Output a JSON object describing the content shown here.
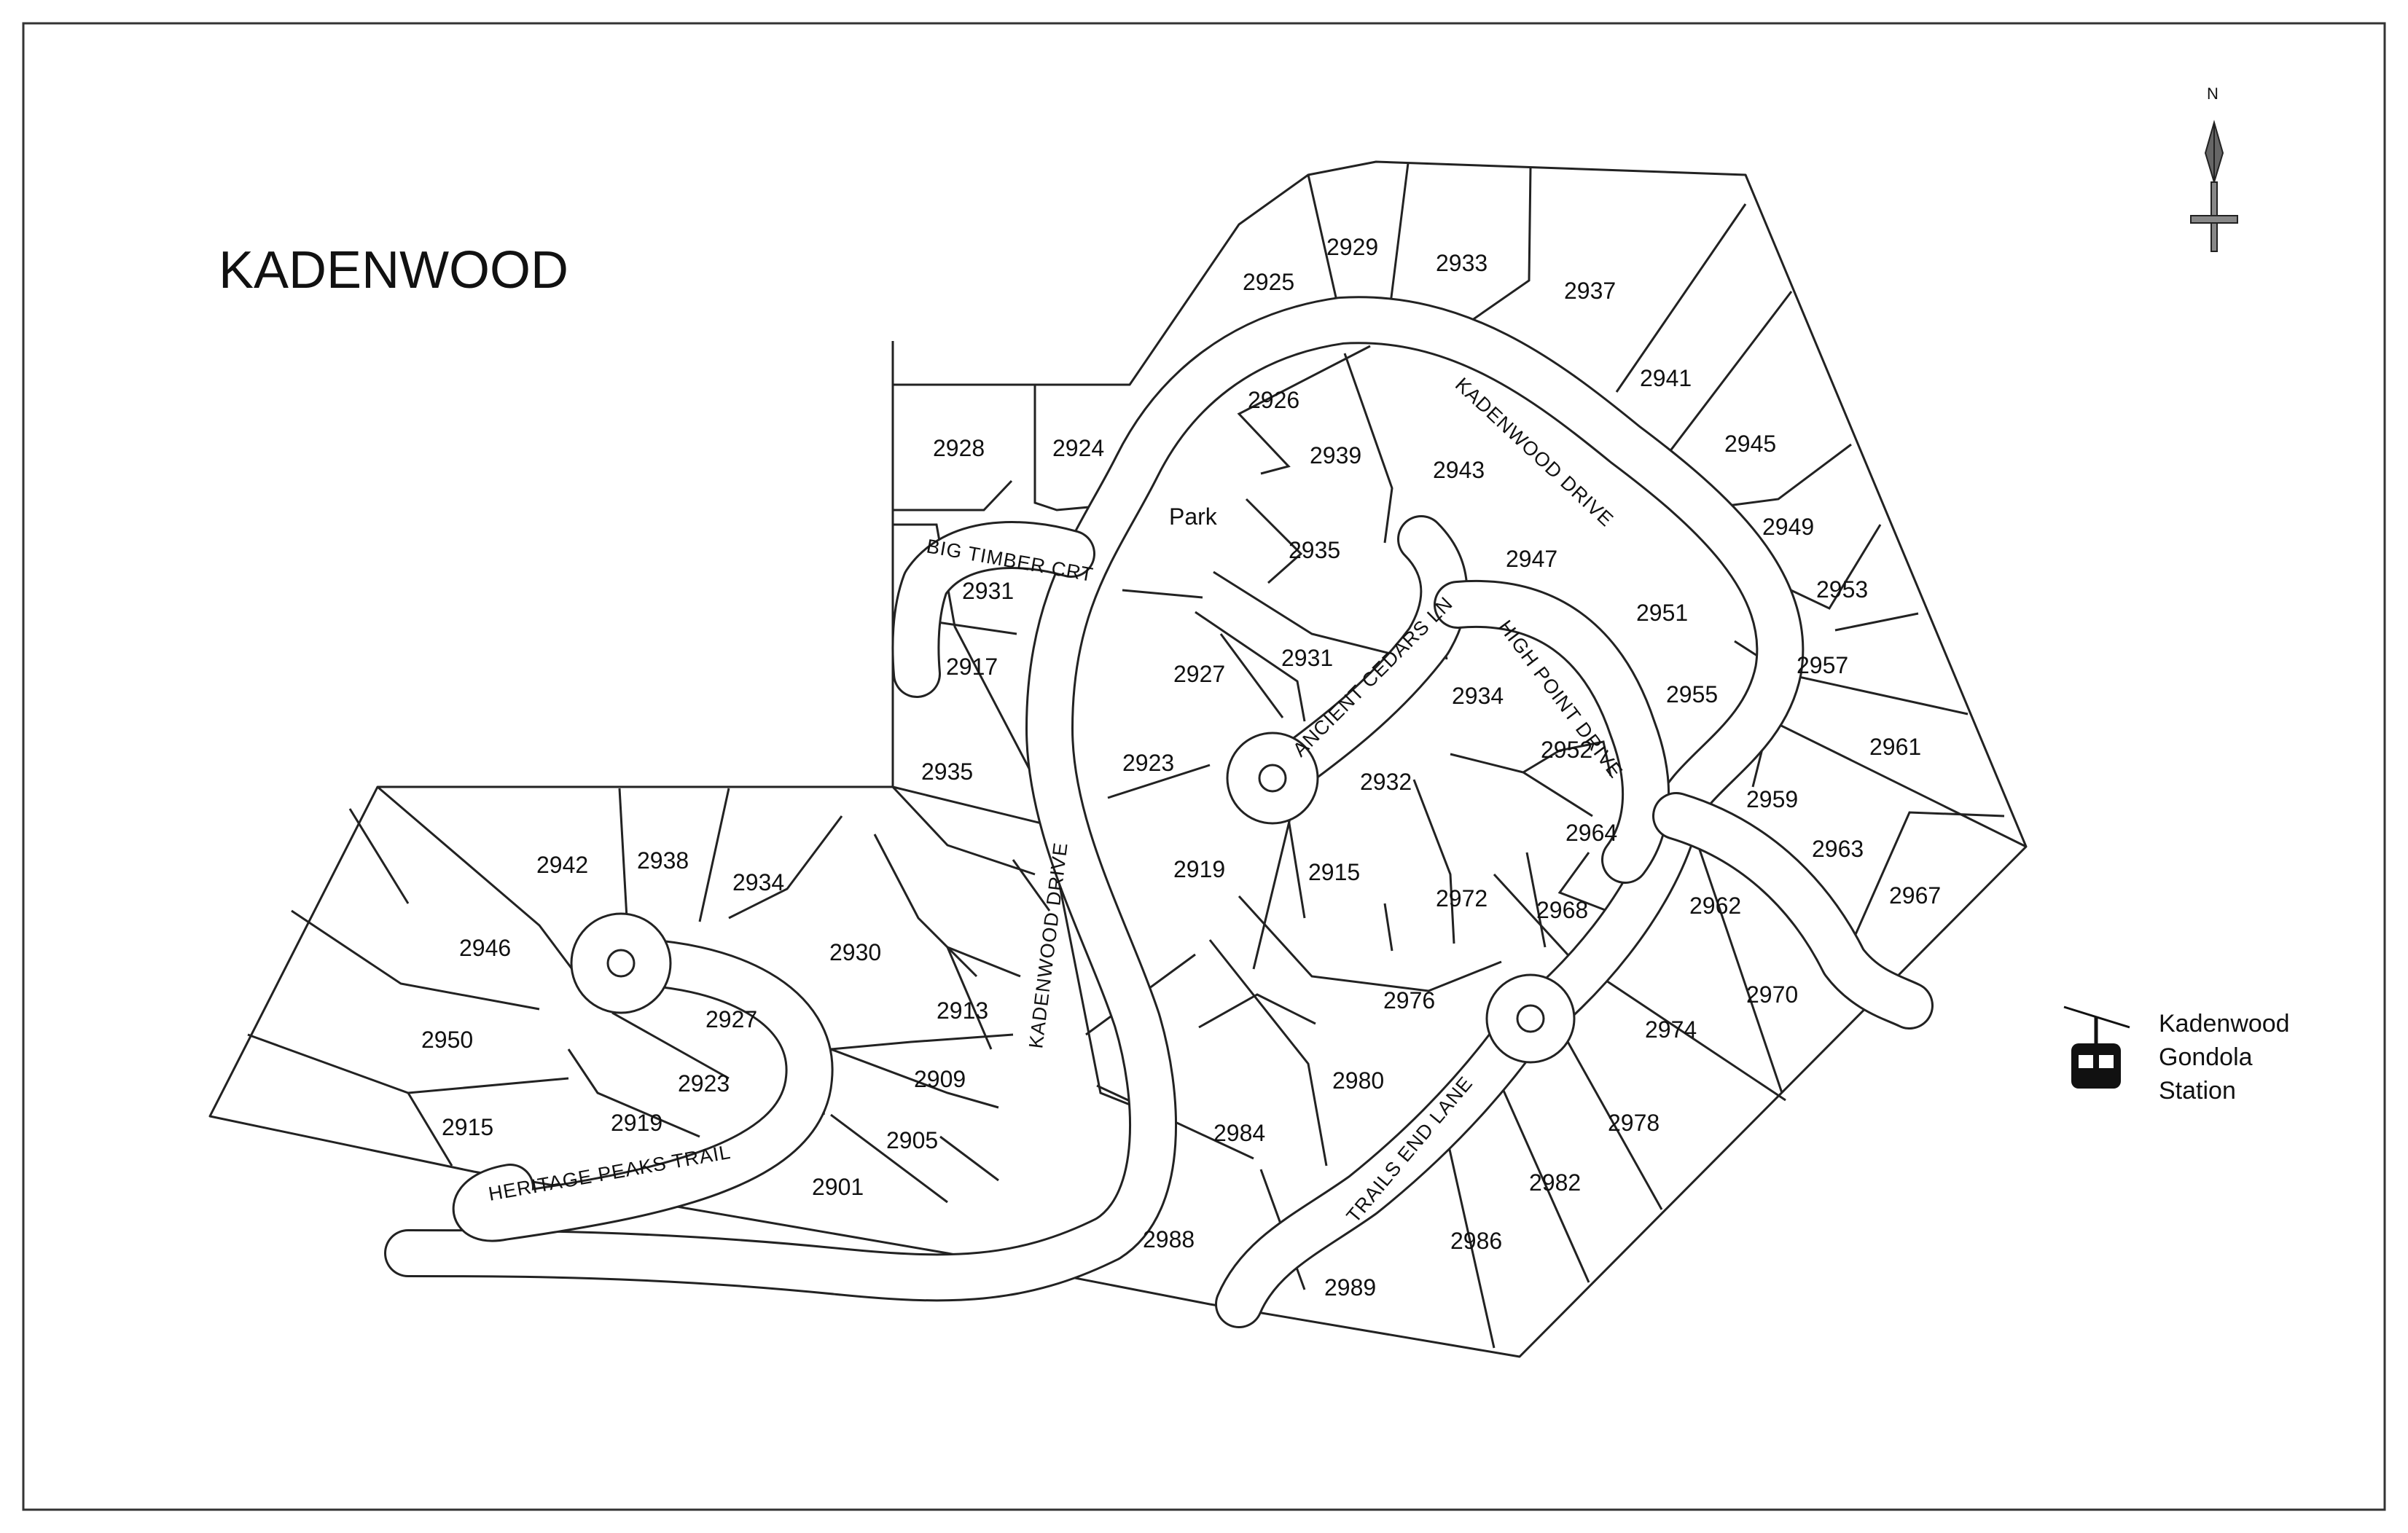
{
  "title": "KADENWOOD",
  "compass": {
    "label": "N"
  },
  "legend": {
    "lines": [
      "Kadenwood",
      "Gondola",
      "Station"
    ],
    "icon": "gondola-icon"
  },
  "streets": {
    "kadenwood_drive_east": "KADENWOOD DRIVE",
    "kadenwood_drive_west": "KADENWOOD DRIVE",
    "big_timber_crt": "BIG TIMBER CRT",
    "ancient_cedars_ln": "ANCIENT CEDARS LN",
    "high_point_drive": "HIGH POINT DRIVE",
    "trails_end_lane": "TRAILS END LANE",
    "heritage_peaks_trail": "HERITAGE PEAKS TRAIL"
  },
  "lots": [
    "2925",
    "2929",
    "2933",
    "2937",
    "2941",
    "2945",
    "2949",
    "2953",
    "2957",
    "2961",
    "2967",
    "2926",
    "2939",
    "2943",
    "2947",
    "2951",
    "2955",
    "2959",
    "2963",
    "2962",
    "2970",
    "2974",
    "2978",
    "2982",
    "2986",
    "2989",
    "2988",
    "2984",
    "2980",
    "2976",
    "2972",
    "2968",
    "2964",
    "2952",
    "2934",
    "2932",
    "2915",
    "2919",
    "2923",
    "2927",
    "2931",
    "2935",
    "Park",
    "2928",
    "2924",
    "2931",
    "2917",
    "2935",
    "2913",
    "2909",
    "2905",
    "2901",
    "2930",
    "2934",
    "2938",
    "2942",
    "2946",
    "2950",
    "2927",
    "2923",
    "2919",
    "2915"
  ]
}
